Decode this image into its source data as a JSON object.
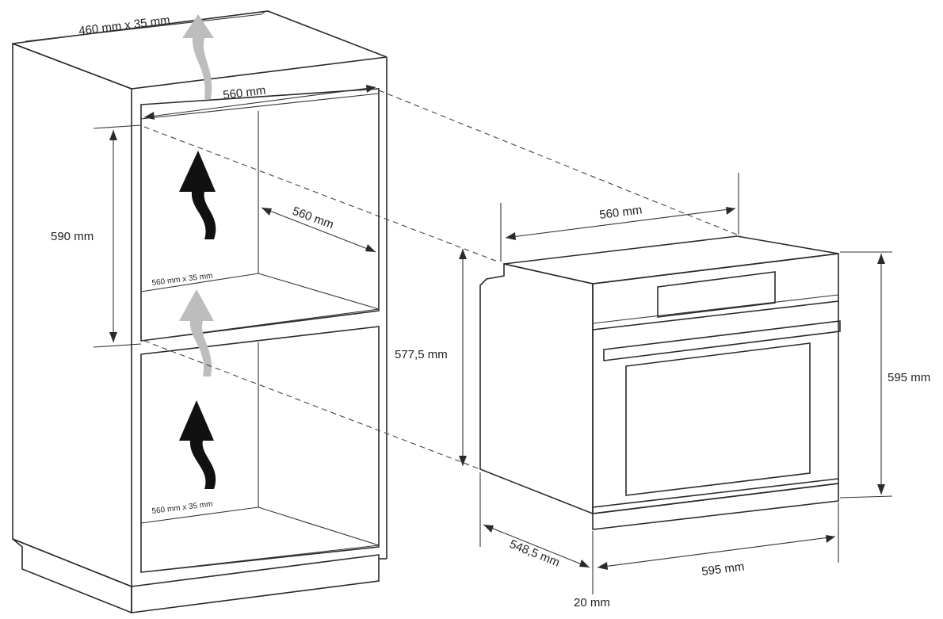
{
  "dimensions": {
    "vent_top": "460 mm x 35 mm",
    "niche_width_top": "560 mm",
    "niche_height": "590 mm",
    "niche_depth": "560 mm",
    "vent_shelf_upper": "560 mm x 35 mm",
    "vent_shelf_lower": "560 mm x 35 mm",
    "oven_body_width": "560 mm",
    "oven_body_height": "577,5 mm",
    "oven_front_height": "595 mm",
    "oven_depth": "548,5 mm",
    "oven_front_width": "595 mm",
    "front_thickness": "20 mm"
  },
  "colors": {
    "line": "#2a2a2a",
    "arrow_dark": "#111111",
    "arrow_light": "#bdbdbd"
  }
}
